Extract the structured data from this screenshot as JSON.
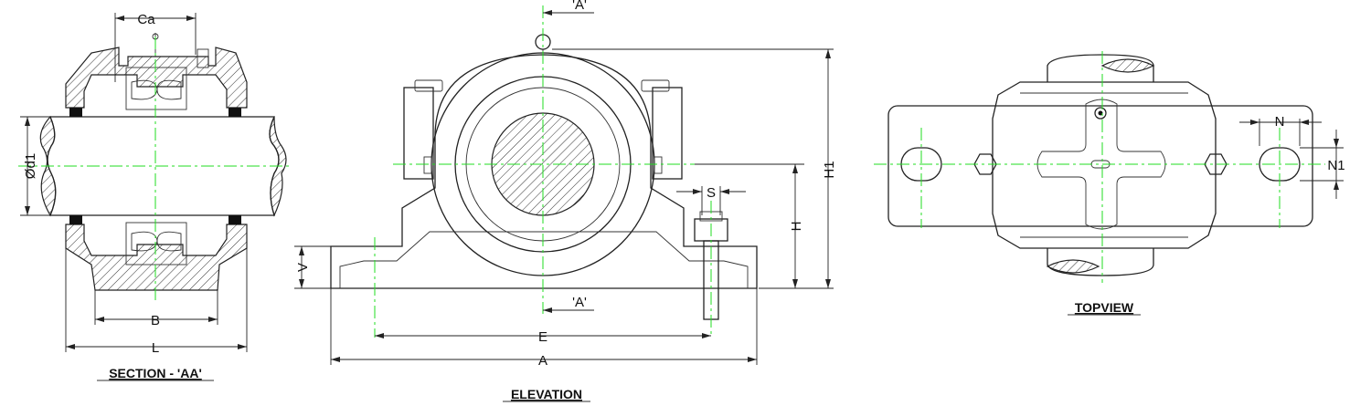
{
  "views": {
    "section": {
      "title": "SECTION - 'AA'"
    },
    "elevation": {
      "title": "ELEVATION"
    },
    "topview": {
      "title": "TOPVIEW"
    }
  },
  "dimensions": {
    "ca": "Ca",
    "d1": "Ød1",
    "b": "B",
    "l": "L",
    "section_mark_top": "'A'",
    "section_mark_bottom": "'A'",
    "s": "S",
    "h": "H",
    "h1": "H1",
    "v": "V",
    "e": "E",
    "a": "A",
    "n": "N",
    "n1": "N1"
  }
}
